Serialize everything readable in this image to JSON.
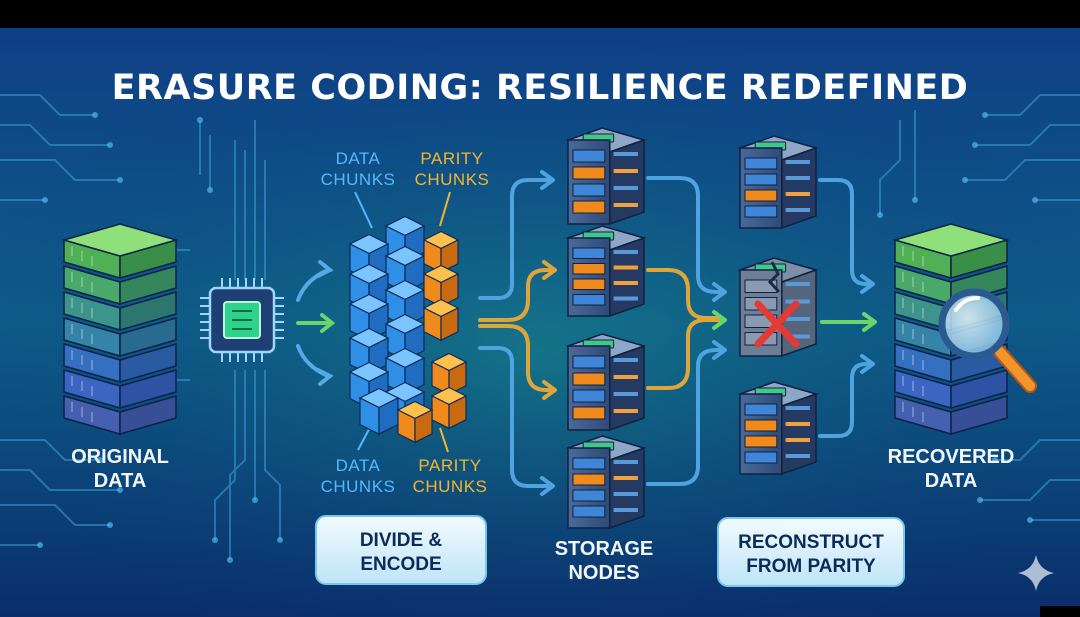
{
  "title": "ERASURE CODING: RESILIENCE REDEFINED",
  "labels": {
    "original_line1": "ORIGINAL",
    "original_line2": "DATA",
    "data_chunks_line1": "DATA",
    "data_chunks_line2": "CHUNKS",
    "parity_chunks_line1": "PARITY",
    "parity_chunks_line2": "CHUNKS",
    "storage_line1": "STORAGE",
    "storage_line2": "NODES",
    "recovered_line1": "RECOVERED",
    "recovered_line2": "DATA"
  },
  "buttons": {
    "divide_line1": "DIVIDE &",
    "divide_line2": "ENCODE",
    "reconstruct_line1": "RECONSTRUCT",
    "reconstruct_line2": "FROM PARITY"
  },
  "colors": {
    "data_chunk": "#2f8fe6",
    "parity_chunk": "#f08a1c",
    "arrow_data": "#4ea3e0",
    "arrow_parity": "#e0a53a",
    "arrow_center": "#6bd46b",
    "fail_x": "#e53935"
  },
  "icons": [
    "chip-icon",
    "magnifier-icon",
    "sparkle-icon",
    "failed-node-x-icon"
  ]
}
